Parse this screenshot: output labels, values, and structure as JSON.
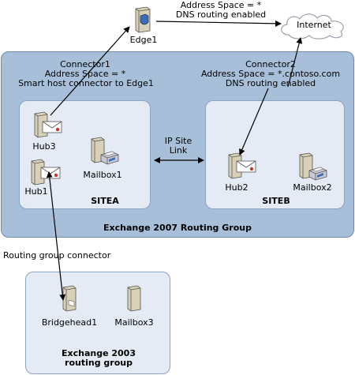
{
  "internet": {
    "label": "Internet"
  },
  "edge": {
    "label": "Edge1",
    "link_line1": "Address Space = *",
    "link_line2": "DNS routing enabled"
  },
  "connector1": {
    "line1": "Connector1",
    "line2": "Address Space = *",
    "line3": "Smart host connector to Edge1"
  },
  "connector2": {
    "line1": "Connector2",
    "line2": "Address Space = *.contoso.com",
    "line3": "DNS routing enabled"
  },
  "routing_group": {
    "label": "Exchange 2007 Routing Group"
  },
  "sitea": {
    "label": "SITEA",
    "hub3": "Hub3",
    "hub1": "Hub1",
    "mailbox1": "Mailbox1"
  },
  "siteb": {
    "label": "SITEB",
    "hub2": "Hub2",
    "mailbox2": "Mailbox2"
  },
  "ip_site_link": {
    "line1": "IP Site",
    "line2": "Link"
  },
  "rg_connector": {
    "label": "Routing group connector"
  },
  "ex2003": {
    "line1": "Exchange 2003",
    "line2": "routing group",
    "bridgehead": "Bridgehead1",
    "mailbox3": "Mailbox3"
  }
}
